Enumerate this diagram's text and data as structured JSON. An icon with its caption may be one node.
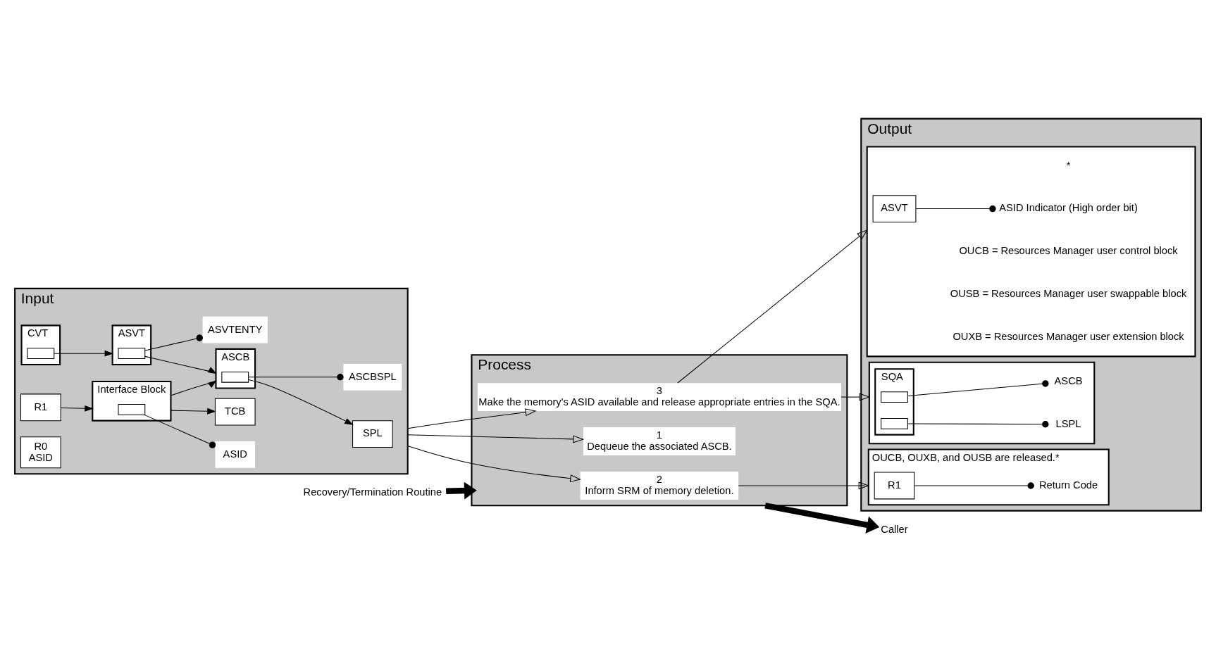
{
  "diagram": {
    "nodes": [
      {
        "text": [
          "Input"
        ]
      },
      {
        "text": [
          "R1"
        ],
        "in": 0
      },
      {
        "text": [
          "Interface Block"
        ],
        "in": 0
      },
      {
        "text": [],
        "shape": "box",
        "in": 2
      },
      {
        "text": [
          "ASID"
        ],
        "in": 0
      },
      {
        "text": [
          "TCB"
        ],
        "in": 0
      },
      {
        "text": [
          "ASCB"
        ],
        "in": 0
      },
      {
        "text": [],
        "shape": "box",
        "in": 6
      },
      {
        "text": [
          "SPL"
        ],
        "in": 0
      },
      {
        "text": [
          "ASCBSPL"
        ],
        "in": 0
      },
      {
        "text": [
          "CVT"
        ],
        "in": 0
      },
      {
        "text": [],
        "shape": "box",
        "in": 10
      },
      {
        "text": [
          "ASVT"
        ],
        "in": 0
      },
      {
        "text": [],
        "shape": "box",
        "in": 12
      },
      {
        "text": [
          "ASVTENTY"
        ],
        "in": 0
      },
      {
        "text": [
          "R0",
          "ASID"
        ],
        "in": 0
      },
      {
        "text": [
          "Process"
        ]
      },
      {
        "text": [
          "1",
          "Dequeue the associated ASCB."
        ],
        "in": 16
      },
      {
        "text": [
          "2",
          "Inform SRM of memory deletion."
        ],
        "in": 16
      },
      {
        "text": [
          "3",
          "Make the memory's ASID available and release appropriate entries in the SQA."
        ],
        "in": 16
      },
      {
        "text": [
          "Recovery/Termination Routine"
        ]
      },
      {
        "text": [
          "Caller"
        ]
      },
      {
        "text": [
          "Output"
        ]
      },
      {
        "text": [
          "OUCB, OUXB, and OUSB are released.*"
        ],
        "in": 22
      },
      {
        "text": [
          "R1"
        ],
        "in": 23
      },
      {
        "text": [
          "Return Code"
        ],
        "in": 23
      },
      {
        "text": [],
        "shape": "box",
        "in": 22
      },
      {
        "text": [
          "SQA"
        ],
        "in": 26
      },
      {
        "text": [],
        "shape": "box",
        "in": 27
      },
      {
        "text": [],
        "shape": "box",
        "in": 27
      },
      {
        "text": [
          "ASCB"
        ],
        "in": 26
      },
      {
        "text": [
          "LSPL"
        ],
        "in": 26
      },
      {
        "text": [],
        "shape": "box",
        "in": 22
      },
      {
        "text": [
          "ASVT"
        ],
        "in": 32
      },
      {
        "text": [
          "ASID Indicator (High order bit)"
        ],
        "in": 32
      }
    ],
    "edges": [
      {
        "from": 1,
        "to": 2,
        "arrow": "to"
      },
      {
        "from": 4,
        "to": 3,
        "arrow": "other"
      },
      {
        "from": 2,
        "to": 5,
        "arrow": "to"
      },
      {
        "from": 2,
        "to": 6,
        "arrow": "to"
      },
      {
        "from": 7,
        "to": 8,
        "arrow": "to"
      },
      {
        "from": 9,
        "to": 7,
        "arrow": "other"
      },
      {
        "from": 11,
        "to": 12,
        "arrow": "to"
      },
      {
        "from": 13,
        "to": 6,
        "arrow": "to"
      },
      {
        "from": 14,
        "to": 13,
        "arrow": "other"
      },
      {
        "from": 0,
        "to": 17,
        "arrow": "to"
      },
      {
        "from": 0,
        "to": 18,
        "arrow": "to"
      },
      {
        "from": 0,
        "to": 19,
        "arrow": "to"
      },
      {
        "from": 18,
        "to": 23,
        "arrow": "to"
      },
      {
        "from": 19,
        "to": 26,
        "arrow": "to"
      },
      {
        "from": 19,
        "to": 32,
        "arrow": "to"
      },
      {
        "from": 20,
        "to": 16,
        "arrow": "to",
        "style": "thick",
        "color": "#000000"
      },
      {
        "from": 16,
        "to": 21,
        "arrow": "to",
        "style": "thick",
        "color": "#000000"
      },
      {
        "from": 25,
        "to": 24,
        "arrow": "other"
      },
      {
        "from": 30,
        "to": 28,
        "arrow": "other"
      },
      {
        "from": 31,
        "to": 29,
        "arrow": "other"
      },
      {
        "from": 34,
        "to": 33,
        "arrow": "other"
      }
    ],
    "labels": [
      "*",
      "OUCB = Resources Manager user control block",
      "OUSB = Resources Manager user swappable block",
      "OUXB = Resources Manager user extension block"
    ]
  }
}
